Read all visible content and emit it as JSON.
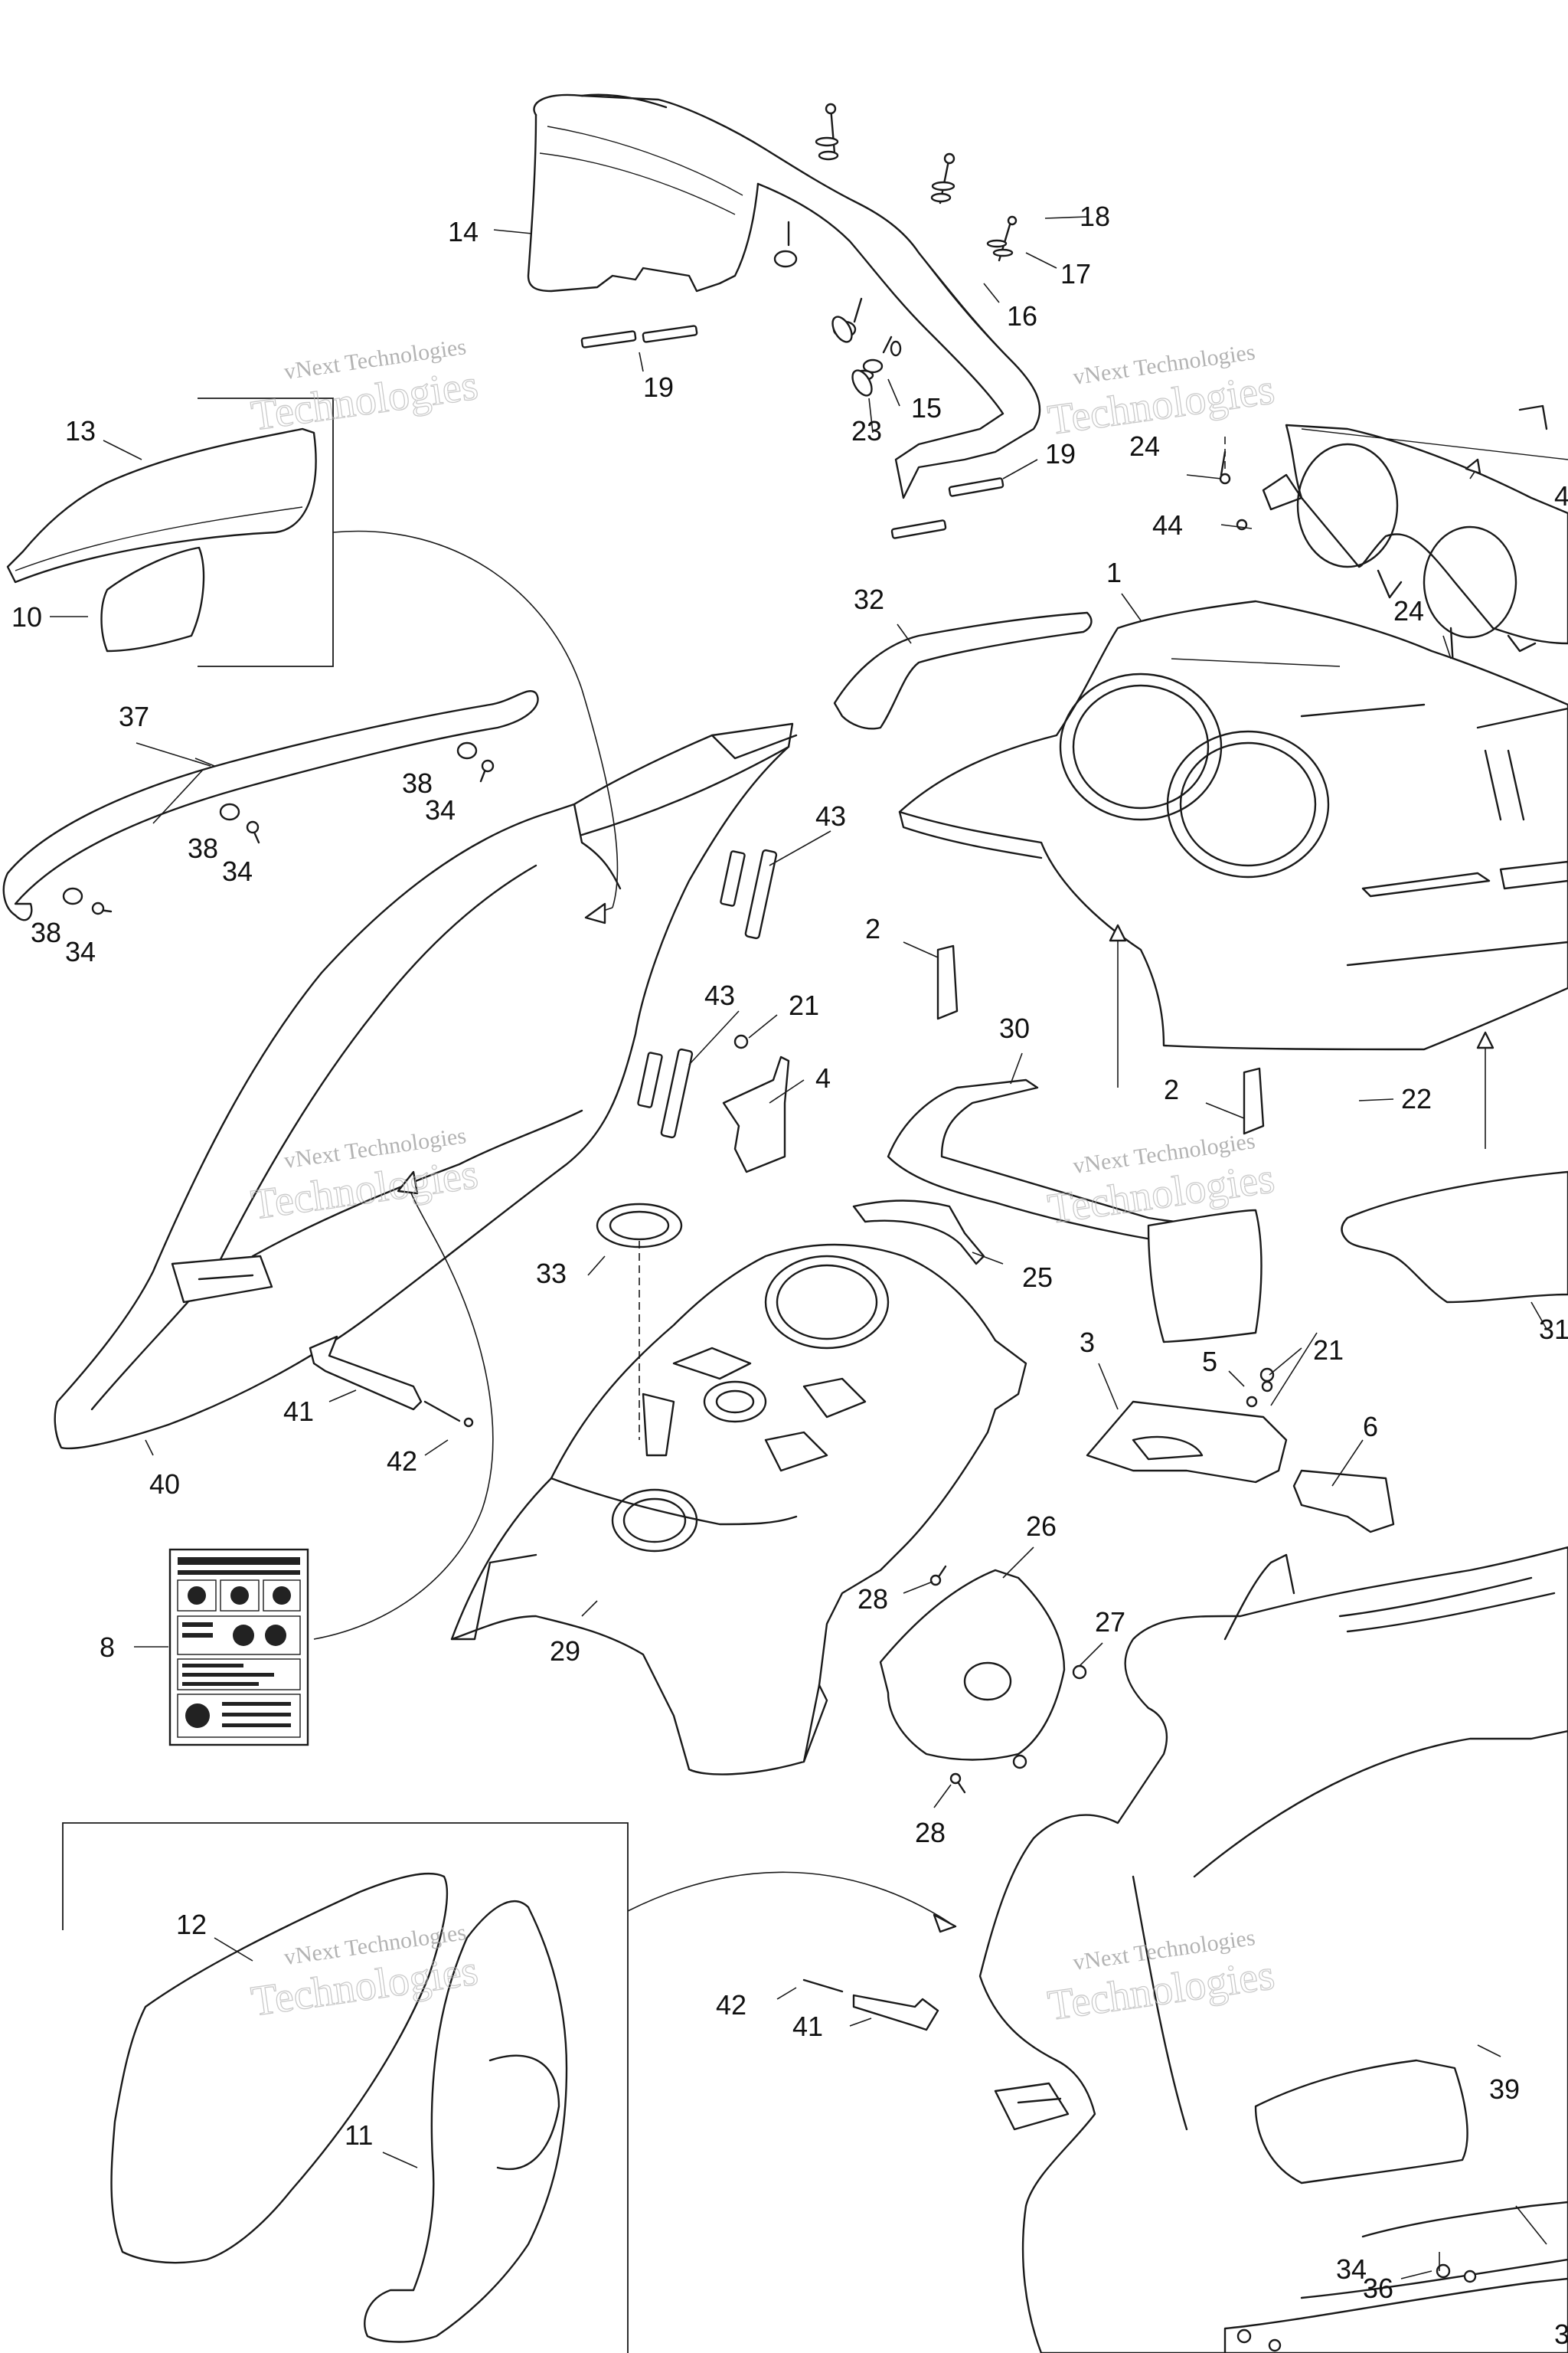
{
  "diagram": {
    "watermark": {
      "line1": "vNext Technologies",
      "line2": "Technologies"
    },
    "callouts": [
      {
        "id": "c1",
        "text": "1"
      },
      {
        "id": "c2a",
        "text": "2"
      },
      {
        "id": "c2b",
        "text": "2"
      },
      {
        "id": "c3",
        "text": "3"
      },
      {
        "id": "c4",
        "text": "4"
      },
      {
        "id": "c5",
        "text": "5"
      },
      {
        "id": "c6",
        "text": "6"
      },
      {
        "id": "c8",
        "text": "8"
      },
      {
        "id": "c10",
        "text": "10"
      },
      {
        "id": "c11",
        "text": "11"
      },
      {
        "id": "c12",
        "text": "12"
      },
      {
        "id": "c13",
        "text": "13"
      },
      {
        "id": "c14",
        "text": "14"
      },
      {
        "id": "c15",
        "text": "15"
      },
      {
        "id": "c16",
        "text": "16"
      },
      {
        "id": "c17",
        "text": "17"
      },
      {
        "id": "c18",
        "text": "18"
      },
      {
        "id": "c19a",
        "text": "19"
      },
      {
        "id": "c19b",
        "text": "19"
      },
      {
        "id": "c21a",
        "text": "21"
      },
      {
        "id": "c21b",
        "text": "21"
      },
      {
        "id": "c22",
        "text": "22"
      },
      {
        "id": "c23",
        "text": "23"
      },
      {
        "id": "c24a",
        "text": "24"
      },
      {
        "id": "c24b",
        "text": "24"
      },
      {
        "id": "c25",
        "text": "25"
      },
      {
        "id": "c26",
        "text": "26"
      },
      {
        "id": "c27",
        "text": "27"
      },
      {
        "id": "c28a",
        "text": "28"
      },
      {
        "id": "c28b",
        "text": "28"
      },
      {
        "id": "c29",
        "text": "29"
      },
      {
        "id": "c30",
        "text": "30"
      },
      {
        "id": "c31",
        "text": "31"
      },
      {
        "id": "c32",
        "text": "32"
      },
      {
        "id": "c33",
        "text": "33"
      },
      {
        "id": "c34a",
        "text": "34"
      },
      {
        "id": "c34b",
        "text": "34"
      },
      {
        "id": "c34c",
        "text": "34"
      },
      {
        "id": "c34d",
        "text": "34"
      },
      {
        "id": "c36",
        "text": "36"
      },
      {
        "id": "c37",
        "text": "37"
      },
      {
        "id": "c38a",
        "text": "38"
      },
      {
        "id": "c38b",
        "text": "38"
      },
      {
        "id": "c38c",
        "text": "38"
      },
      {
        "id": "c39",
        "text": "39"
      },
      {
        "id": "c40",
        "text": "40"
      },
      {
        "id": "c41a",
        "text": "41"
      },
      {
        "id": "c41b",
        "text": "41"
      },
      {
        "id": "c42a",
        "text": "42"
      },
      {
        "id": "c42b",
        "text": "42"
      },
      {
        "id": "c43a",
        "text": "43"
      },
      {
        "id": "c43b",
        "text": "43"
      },
      {
        "id": "c44",
        "text": "44"
      },
      {
        "id": "c4e",
        "text": "4"
      },
      {
        "id": "c3e",
        "text": "3"
      }
    ]
  }
}
